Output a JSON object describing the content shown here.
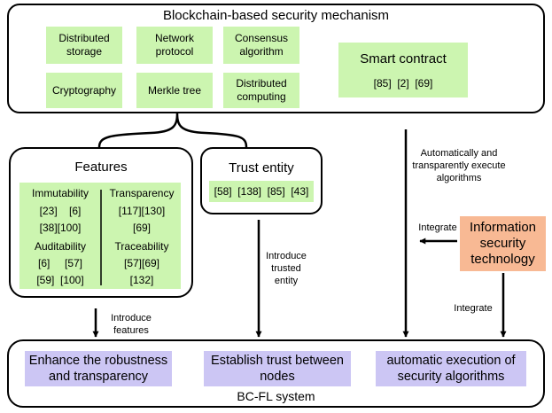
{
  "mechanism": {
    "title": "Blockchain-based security mechanism",
    "items": [
      "Distributed storage",
      "Network protocol",
      "Consensus algorithm",
      "Cryptography",
      "Merkle tree",
      "Distributed computing"
    ],
    "smart_contract": {
      "title": "Smart contract",
      "refs": "[85]  [2]  [69]"
    }
  },
  "features": {
    "title": "Features",
    "immutability": {
      "title": "Immutability",
      "refs_1": "[23]    [6]",
      "refs_2": "[38][100]"
    },
    "transparency": {
      "title": "Transparency",
      "refs_1": "[117][130]",
      "refs_2": "[69]"
    },
    "auditability": {
      "title": "Auditability",
      "refs_1": "[6]     [57]",
      "refs_2": "[59]  [100]"
    },
    "traceability": {
      "title": "Traceability",
      "refs_1": "[57][69]",
      "refs_2": "[132]"
    }
  },
  "trust": {
    "title": "Trust entity",
    "refs": "[58]  [138]  [85]  [43]"
  },
  "info_security": {
    "title": "Information security technology"
  },
  "labels": {
    "auto_execute": "Automatically and transparently execute algorithms",
    "integrate_1": "Integrate",
    "integrate_2": "Integrate",
    "introduce_trusted": "Introduce trusted entity",
    "introduce_features": "Introduce features"
  },
  "system": {
    "title": "BC-FL system",
    "goals": [
      "Enhance the robustness and transparency",
      "Establish trust between nodes",
      "automatic execution of security algorithms"
    ]
  },
  "colors": {
    "green": "#ccf5b0",
    "purple": "#ccc6f4",
    "orange": "#f8b994"
  }
}
